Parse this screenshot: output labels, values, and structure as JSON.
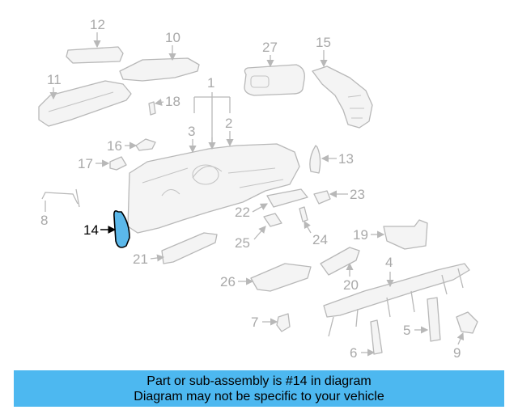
{
  "diagram": {
    "highlighted_part": "14",
    "highlight_color": "#5bb8ea",
    "callouts": [
      {
        "id": "12",
        "label": "12"
      },
      {
        "id": "10",
        "label": "10"
      },
      {
        "id": "27",
        "label": "27"
      },
      {
        "id": "15",
        "label": "15"
      },
      {
        "id": "11",
        "label": "11"
      },
      {
        "id": "18",
        "label": "18"
      },
      {
        "id": "1",
        "label": "1"
      },
      {
        "id": "3",
        "label": "3"
      },
      {
        "id": "2",
        "label": "2"
      },
      {
        "id": "16",
        "label": "16"
      },
      {
        "id": "17",
        "label": "17"
      },
      {
        "id": "13",
        "label": "13"
      },
      {
        "id": "23",
        "label": "23"
      },
      {
        "id": "22",
        "label": "22"
      },
      {
        "id": "8",
        "label": "8"
      },
      {
        "id": "14",
        "label": "14"
      },
      {
        "id": "25",
        "label": "25"
      },
      {
        "id": "24",
        "label": "24"
      },
      {
        "id": "19",
        "label": "19"
      },
      {
        "id": "21",
        "label": "21"
      },
      {
        "id": "4",
        "label": "4"
      },
      {
        "id": "26",
        "label": "26"
      },
      {
        "id": "20",
        "label": "20"
      },
      {
        "id": "7",
        "label": "7"
      },
      {
        "id": "5",
        "label": "5"
      },
      {
        "id": "6",
        "label": "6"
      },
      {
        "id": "9",
        "label": "9"
      }
    ]
  },
  "banner": {
    "background_color": "#4db8f0",
    "line1": "Part or sub-assembly is #14 in diagram",
    "line2": "Diagram may not be specific to your vehicle"
  }
}
